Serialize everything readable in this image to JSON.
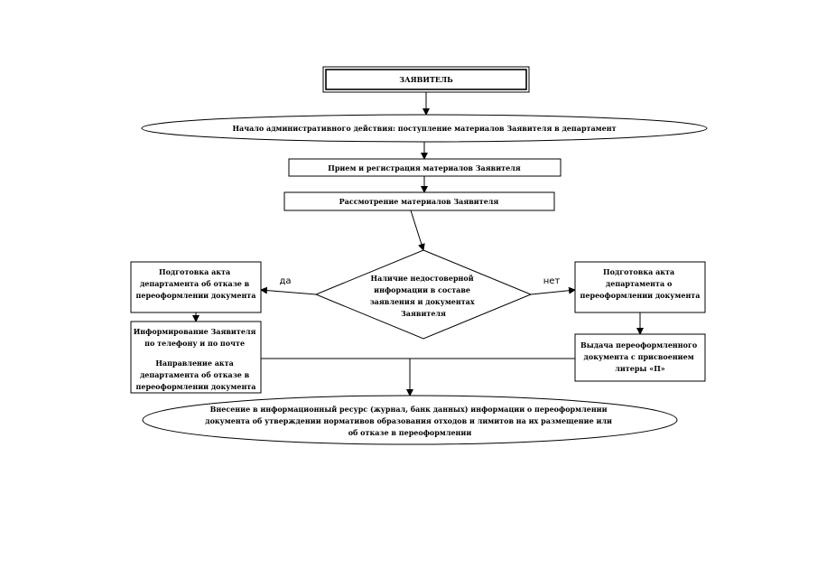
{
  "nodes": {
    "applicant": "ЗАЯВИТЕЛЬ",
    "start": "Начало административного действия: поступление материалов Заявителя в департамент",
    "reception": "Прием и регистрация материалов Заявителя",
    "review": "Рассмотрение материалов Заявителя",
    "decision": [
      "Наличие недостоверной",
      "информации в составе",
      "заявления и документах",
      "Заявителя"
    ],
    "refusal_act": [
      "Подготовка акта",
      "департамента об отказе в",
      "переоформлении документа"
    ],
    "reissue_act": [
      "Подготовка акта",
      "департамента о",
      "переоформлении документа"
    ],
    "inform": [
      "Информирование Заявителя",
      "по телефону и по почте",
      "",
      "Направление акта",
      "департамента об отказе в",
      "переоформлении документа"
    ],
    "issue": [
      "Выдача переоформленного",
      "документа с присвоением",
      "литеры «П»"
    ],
    "final": [
      "Внесение в информационный ресурс (журнал, банк данных) информации о переоформлении",
      "документа об утверждении нормативов образования отходов и лимитов на их размещение или",
      "об отказе в переоформлении"
    ]
  },
  "edges": {
    "yes": "да",
    "no": "нет"
  }
}
